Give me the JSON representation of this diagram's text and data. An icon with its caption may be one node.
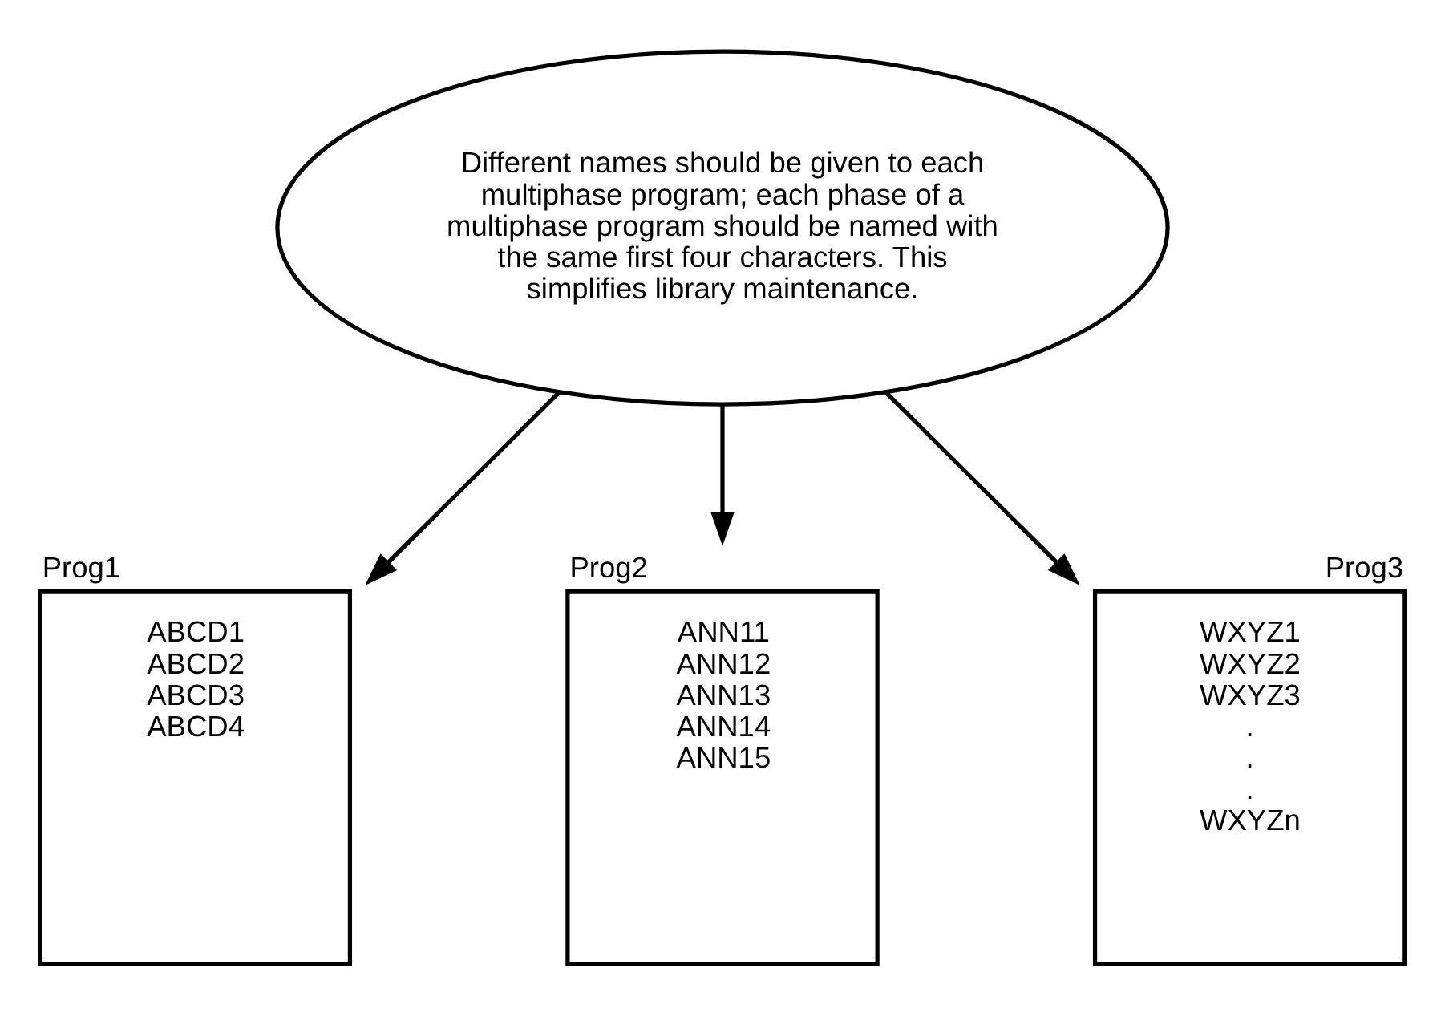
{
  "diagram": {
    "nodes": [
      {
        "text": [
          "Different names should be given to each multiphase program; each phase of a multiphase program should be named with the same first four characters. This simplifies library maintenance."
        ]
      },
      {
        "text": [
          "Prog1",
          "ABCD1",
          "ABCD2",
          "ABCD3",
          "ABCD4"
        ]
      },
      {
        "text": [
          "Prog2",
          "ANN11",
          "ANN12",
          "ANN13",
          "ANN14",
          "ANN15"
        ]
      },
      {
        "text": [
          "Prog3",
          "WXYZ1",
          "WXYZ2",
          "WXYZ3",
          ".",
          ".",
          ".",
          "WXYZn"
        ]
      }
    ],
    "edges": [
      {
        "from": 0,
        "to": 1,
        "arrow": "to"
      },
      {
        "from": 0,
        "to": 2,
        "arrow": "to"
      },
      {
        "from": 0,
        "to": 3,
        "arrow": "to"
      }
    ]
  }
}
